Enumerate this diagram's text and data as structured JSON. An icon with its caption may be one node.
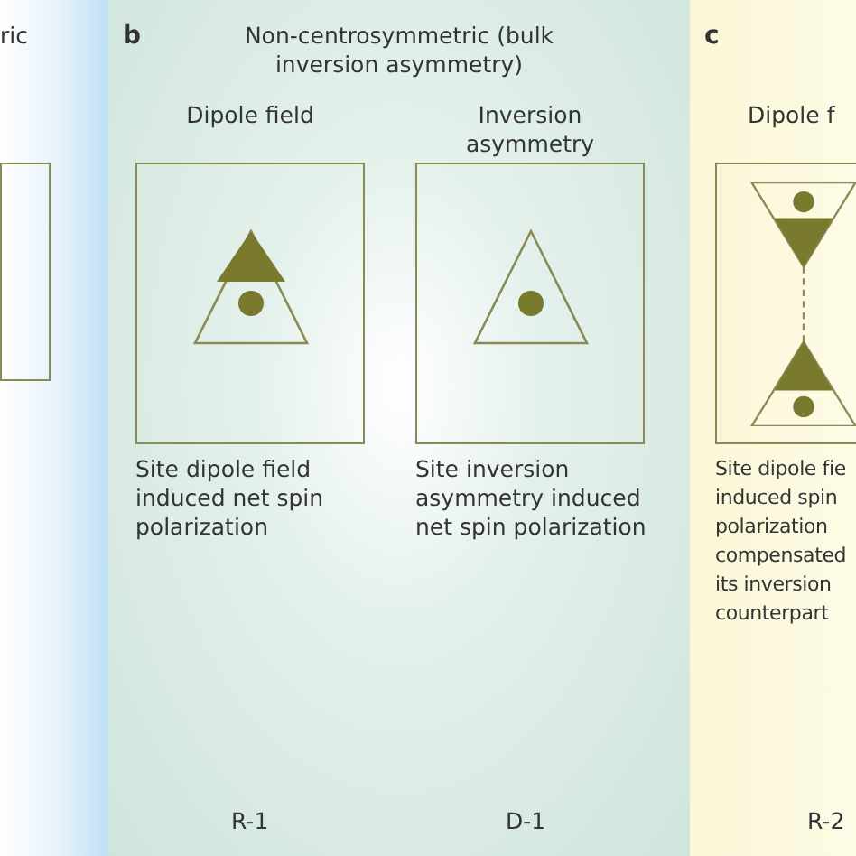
{
  "diagram": {
    "nodes": [
      {
        "text": [
          "ric"
        ]
      },
      {
        "text": [],
        "shape": "box",
        "in": 0
      },
      {
        "text": [
          "b",
          "Non-centrosymmetric (bulk inversion asymmetry)"
        ]
      },
      {
        "text": [
          "Dipole field",
          "Site dipole field induced net spin polarization"
        ],
        "in": 2
      },
      {
        "text": [
          "Inversion asymmetry",
          "Site inversion asymmetry induced net spin polarization"
        ],
        "in": 2
      },
      {
        "text": [
          "c"
        ]
      },
      {
        "text": [
          "Dipole f",
          "Site dipole fie induced spin polarization compensated its inversion counterpart"
        ],
        "in": 5
      }
    ],
    "edges": [],
    "labels": [
      "R-1",
      "D-1",
      "R-2"
    ]
  }
}
